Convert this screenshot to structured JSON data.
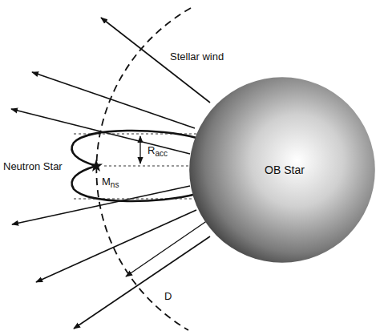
{
  "diagram": {
    "nodes": [
      {
        "text": [
          "OB Star"
        ]
      }
    ],
    "labels": [
      "Stellar wind",
      "Neutron Star",
      "Mns",
      "Racc",
      "D"
    ]
  }
}
